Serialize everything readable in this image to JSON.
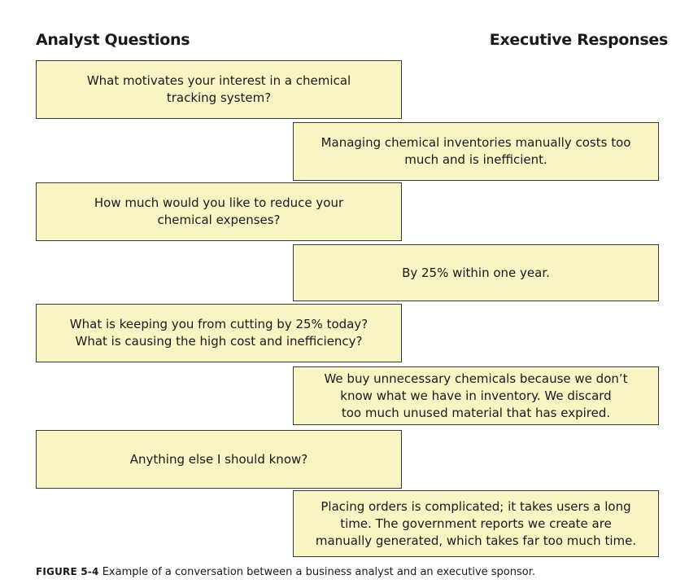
{
  "headings": {
    "left": "Analyst Questions",
    "right": "Executive Responses"
  },
  "conversation": [
    {
      "speaker": "analyst",
      "text": "What motivates your interest in a chemical\ntracking system?"
    },
    {
      "speaker": "executive",
      "text": "Managing chemical inventories manually costs too\nmuch and is inefficient."
    },
    {
      "speaker": "analyst",
      "text": "How much would you like to reduce your\nchemical expenses?"
    },
    {
      "speaker": "executive",
      "text": "By 25% within one year."
    },
    {
      "speaker": "analyst",
      "text": "What is keeping you from cutting by 25% today?\nWhat is causing the high cost and inefficiency?"
    },
    {
      "speaker": "executive",
      "text": "We buy unnecessary chemicals because we don’t\nknow what we have in inventory. We discard\ntoo much unused material that has expired."
    },
    {
      "speaker": "analyst",
      "text": "Anything else I should know?"
    },
    {
      "speaker": "executive",
      "text": "Placing orders is complicated; it takes users a long\ntime. The government reports we create are\nmanually generated, which takes far too much time."
    }
  ],
  "caption": {
    "label": "FIGURE 5-4",
    "text": "Example of a conversation between a business analyst and an executive sponsor."
  },
  "colors": {
    "box_fill": "#f8f4c4",
    "box_border": "#3a3a3a"
  }
}
